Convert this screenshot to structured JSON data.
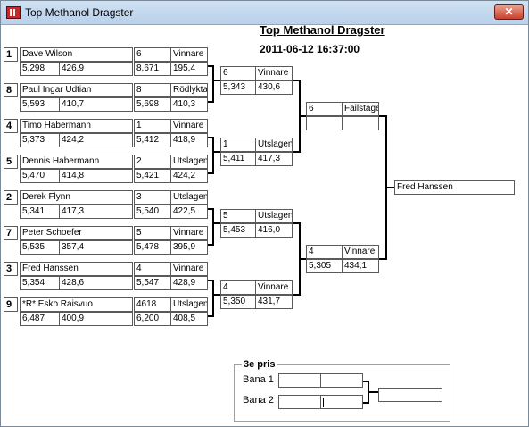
{
  "window": {
    "title": "Top Methanol Dragster",
    "close_label": "✕"
  },
  "header": {
    "heading": "Top Methanol Dragster",
    "datetime": "2011-06-12 16:37:00"
  },
  "round1": [
    {
      "seed": "1",
      "name": "Dave Wilson",
      "rt": "5,298",
      "speed": "426,9",
      "num": "6",
      "et": "8,671",
      "result": "Vinnare",
      "result_val": "195,4"
    },
    {
      "seed": "8",
      "name": "Paul Ingar Udtian",
      "rt": "5,593",
      "speed": "410,7",
      "num": "8",
      "et": "5,698",
      "result": "Rödlyktan",
      "result_val": "410,3"
    },
    {
      "seed": "4",
      "name": "Timo Habermann",
      "rt": "5,373",
      "speed": "424,2",
      "num": "1",
      "et": "5,412",
      "result": "Vinnare",
      "result_val": "418,9"
    },
    {
      "seed": "5",
      "name": "Dennis Habermann",
      "rt": "5,470",
      "speed": "414,8",
      "num": "2",
      "et": "5,421",
      "result": "Utslagen",
      "result_val": "424,2"
    },
    {
      "seed": "2",
      "name": "Derek Flynn",
      "rt": "5,341",
      "speed": "417,3",
      "num": "3",
      "et": "5,540",
      "result": "Utslagen",
      "result_val": "422,5"
    },
    {
      "seed": "7",
      "name": "Peter Schoefer",
      "rt": "5,535",
      "speed": "357,4",
      "num": "5",
      "et": "5,478",
      "result": "Vinnare",
      "result_val": "395,9"
    },
    {
      "seed": "3",
      "name": "Fred Hanssen",
      "rt": "5,354",
      "speed": "428,6",
      "num": "4",
      "et": "5,547",
      "result": "Vinnare",
      "result_val": "428,9"
    },
    {
      "seed": "9",
      "name": "*R* Esko Raisvuo",
      "rt": "6,487",
      "speed": "400,9",
      "num": "4618",
      "et": "6,200",
      "result": "Utslagen",
      "result_val": "408,5"
    }
  ],
  "quarterfinals": [
    {
      "num": "6",
      "result": "Vinnare",
      "et": "5,343",
      "speed": "430,6"
    },
    {
      "num": "1",
      "result": "Utslagen",
      "et": "5,411",
      "speed": "417,3"
    },
    {
      "num": "5",
      "result": "Utslagen",
      "et": "5,453",
      "speed": "416,0"
    },
    {
      "num": "4",
      "result": "Vinnare",
      "et": "5,350",
      "speed": "431,7"
    }
  ],
  "semifinals": [
    {
      "num": "6",
      "result": "Failstage",
      "et": "",
      "speed": ""
    },
    {
      "num": "4",
      "result": "Vinnare",
      "et": "5,305",
      "speed": "434,1"
    }
  ],
  "final": {
    "winner": "Fred Hanssen"
  },
  "third_place": {
    "legend": "3e pris",
    "lane1_label": "Bana 1",
    "lane2_label": "Bana 2",
    "lane1_left": "",
    "lane1_right": "",
    "lane2_left": "",
    "lane2_right": "",
    "result": ""
  }
}
